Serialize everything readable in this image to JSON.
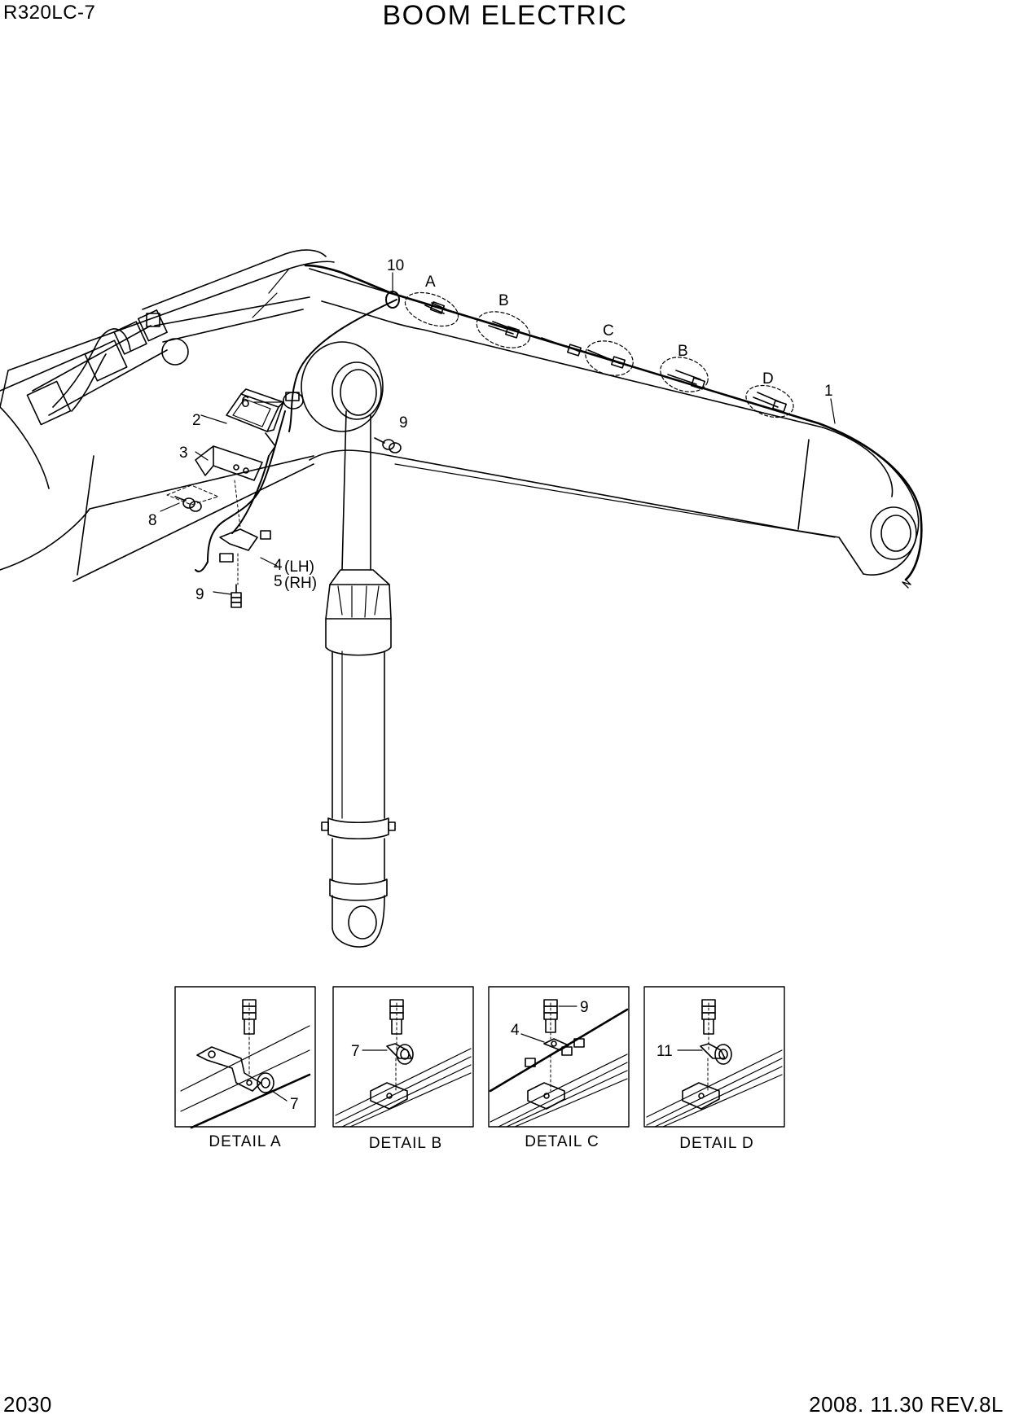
{
  "header": {
    "model": "R320LC-7",
    "title": "BOOM ELECTRIC"
  },
  "footer": {
    "page_number": "2030",
    "date_rev": "2008. 11.30  REV.8L"
  },
  "callouts": {
    "c1": "1",
    "c2": "2",
    "c3": "3",
    "c4": "4",
    "c4_side": "(LH)",
    "c5": "5",
    "c5_side": "(RH)",
    "c6": "6",
    "c8": "8",
    "c9_top": "9",
    "c9_bottom": "9",
    "c10": "10",
    "detail_A": "A",
    "detail_B1": "B",
    "detail_C": "C",
    "detail_B2": "B",
    "detail_D": "D"
  },
  "details": [
    {
      "caption": "DETAIL  A",
      "labels": [
        "7"
      ]
    },
    {
      "caption": "DETAIL  B",
      "labels": [
        "7"
      ]
    },
    {
      "caption": "DETAIL  C",
      "labels": [
        "9",
        "4"
      ]
    },
    {
      "caption": "DETAIL  D",
      "labels": [
        "11"
      ]
    }
  ]
}
